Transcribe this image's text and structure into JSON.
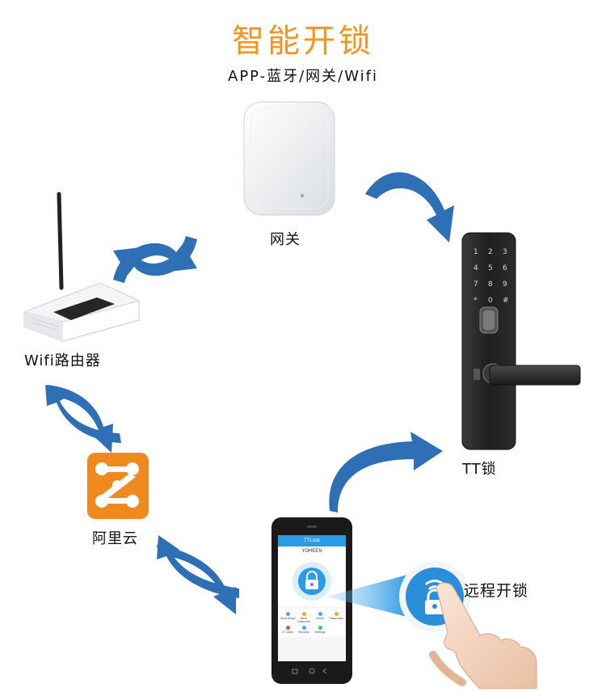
{
  "title": "智能开锁",
  "subtitle": "APP-蓝牙/网关/Wifi",
  "nodes": {
    "gateway": "网关",
    "router": "Wifi路由器",
    "aliyun": "阿里云",
    "tt_lock": "TT锁",
    "remote_unlock": "远程开锁"
  },
  "phone_app": {
    "app_title": "TTLock",
    "lock_name": "YOHEEN",
    "menu": [
      "Send eKeys",
      "Send Passcode",
      "eKeys",
      "Passcodes",
      "IC Cards",
      "Records",
      "Settings"
    ]
  },
  "colors": {
    "title": "#f7931e",
    "arrow": "#2f6fb5",
    "aliyun": "#f08a1e",
    "app_blue": "#2a9be5"
  }
}
